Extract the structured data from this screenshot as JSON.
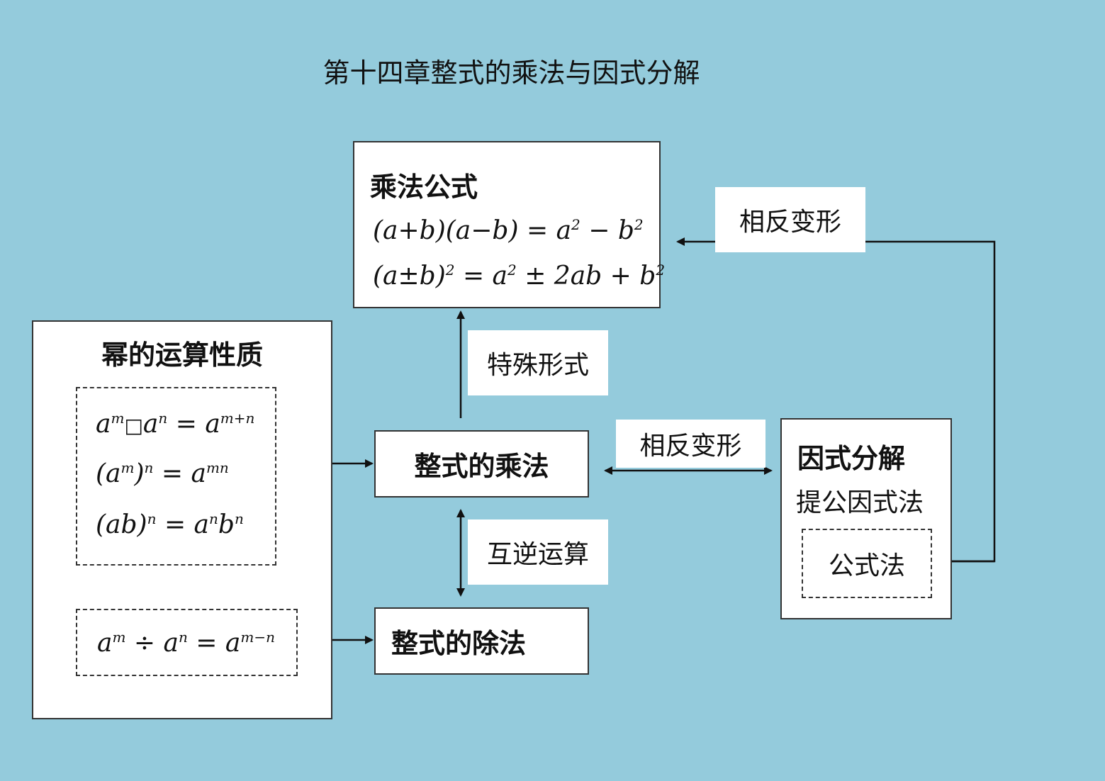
{
  "title": "第十四章整式的乘法与因式分解",
  "formula_box": {
    "heading": "乘法公式",
    "line1": {
      "left": "(a+b)(a−b) = a",
      "e1": "2",
      "mid": " − b",
      "e2": "2"
    },
    "line2": {
      "a": "(a±b)",
      "e1": "2",
      "b": " = a",
      "e2": "2",
      "c": " ± 2ab + b",
      "e3": "2"
    }
  },
  "power_box": {
    "heading": "幂的运算性质",
    "rule1": {
      "b1": "a",
      "e1": "m",
      "op": "□",
      "b2": "a",
      "e2": "n",
      "eq": " = a",
      "e3": "m+n"
    },
    "rule2": {
      "b1": "(a",
      "e1": "m",
      "b2": ")",
      "e2": "n",
      "eq": " = a",
      "e3": "mn"
    },
    "rule3": {
      "b1": "(ab)",
      "e1": "n",
      "eq": " = a",
      "e2": "n",
      "b3": "b",
      "e3": "n"
    },
    "rule4": {
      "b1": "a",
      "e1": "m",
      "op": " ÷ a",
      "e2": "n",
      "eq": " = a",
      "e3": "m−n"
    }
  },
  "multiplication_box": "整式的乘法",
  "division_box": "整式的除法",
  "factor_box": {
    "heading": "因式分解",
    "method1": "提公因式法",
    "method2": "公式法"
  },
  "labels": {
    "special_form": "特殊形式",
    "inverse_top": "相反变形",
    "inverse_mid": "相反变形",
    "mutual_inverse": "互逆运算"
  }
}
